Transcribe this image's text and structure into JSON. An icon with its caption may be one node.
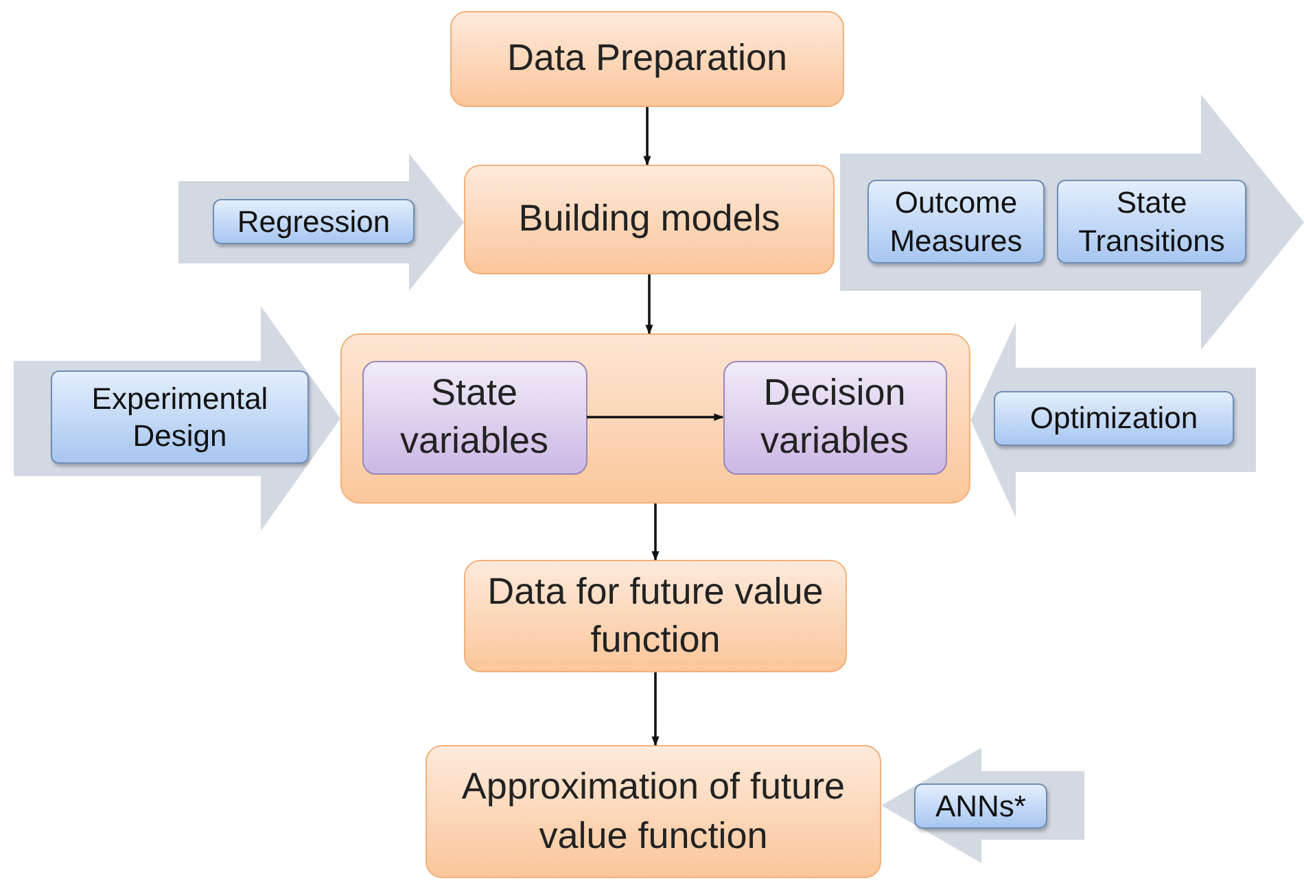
{
  "diagram": {
    "nodes": [
      {
        "text": [
          "Data Preparation"
        ]
      },
      {
        "text": [
          "Regression"
        ]
      },
      {
        "text": [
          "Building models"
        ]
      },
      {
        "text": [
          "Outcome Measures"
        ]
      },
      {
        "text": [
          "State Transitions"
        ]
      },
      {
        "text": [],
        "shape": "box"
      },
      {
        "text": [
          "Experimental Design"
        ]
      },
      {
        "text": [
          "State variables"
        ],
        "in": 5
      },
      {
        "text": [
          "Decision variables"
        ],
        "in": 5
      },
      {
        "text": [
          "Optimization"
        ]
      },
      {
        "text": [
          "Data for future value function"
        ]
      },
      {
        "text": [
          "Approximation of future value function"
        ]
      },
      {
        "text": [
          "ANNs*"
        ]
      }
    ],
    "edges": [
      {
        "from": 0,
        "to": 2,
        "arrow": "to"
      },
      {
        "from": 1,
        "to": 2,
        "arrow": "to",
        "style": "thick",
        "color": "#d3d9e2"
      },
      {
        "from": 2,
        "to": null,
        "arrow": "to",
        "style": "thick",
        "color": "#d3d9e2"
      },
      {
        "from": 2,
        "to": 5,
        "arrow": "to"
      },
      {
        "from": 6,
        "to": 5,
        "arrow": "to",
        "style": "thick",
        "color": "#d3d9e2"
      },
      {
        "from": 7,
        "to": 8,
        "arrow": "to"
      },
      {
        "from": 9,
        "to": 5,
        "arrow": "to",
        "style": "thick",
        "color": "#d3d9e2"
      },
      {
        "from": 5,
        "to": 10,
        "arrow": "to"
      },
      {
        "from": 10,
        "to": 11,
        "arrow": "to"
      },
      {
        "from": 12,
        "to": 11,
        "arrow": "to",
        "style": "thick",
        "color": "#d3d9e2"
      }
    ]
  }
}
